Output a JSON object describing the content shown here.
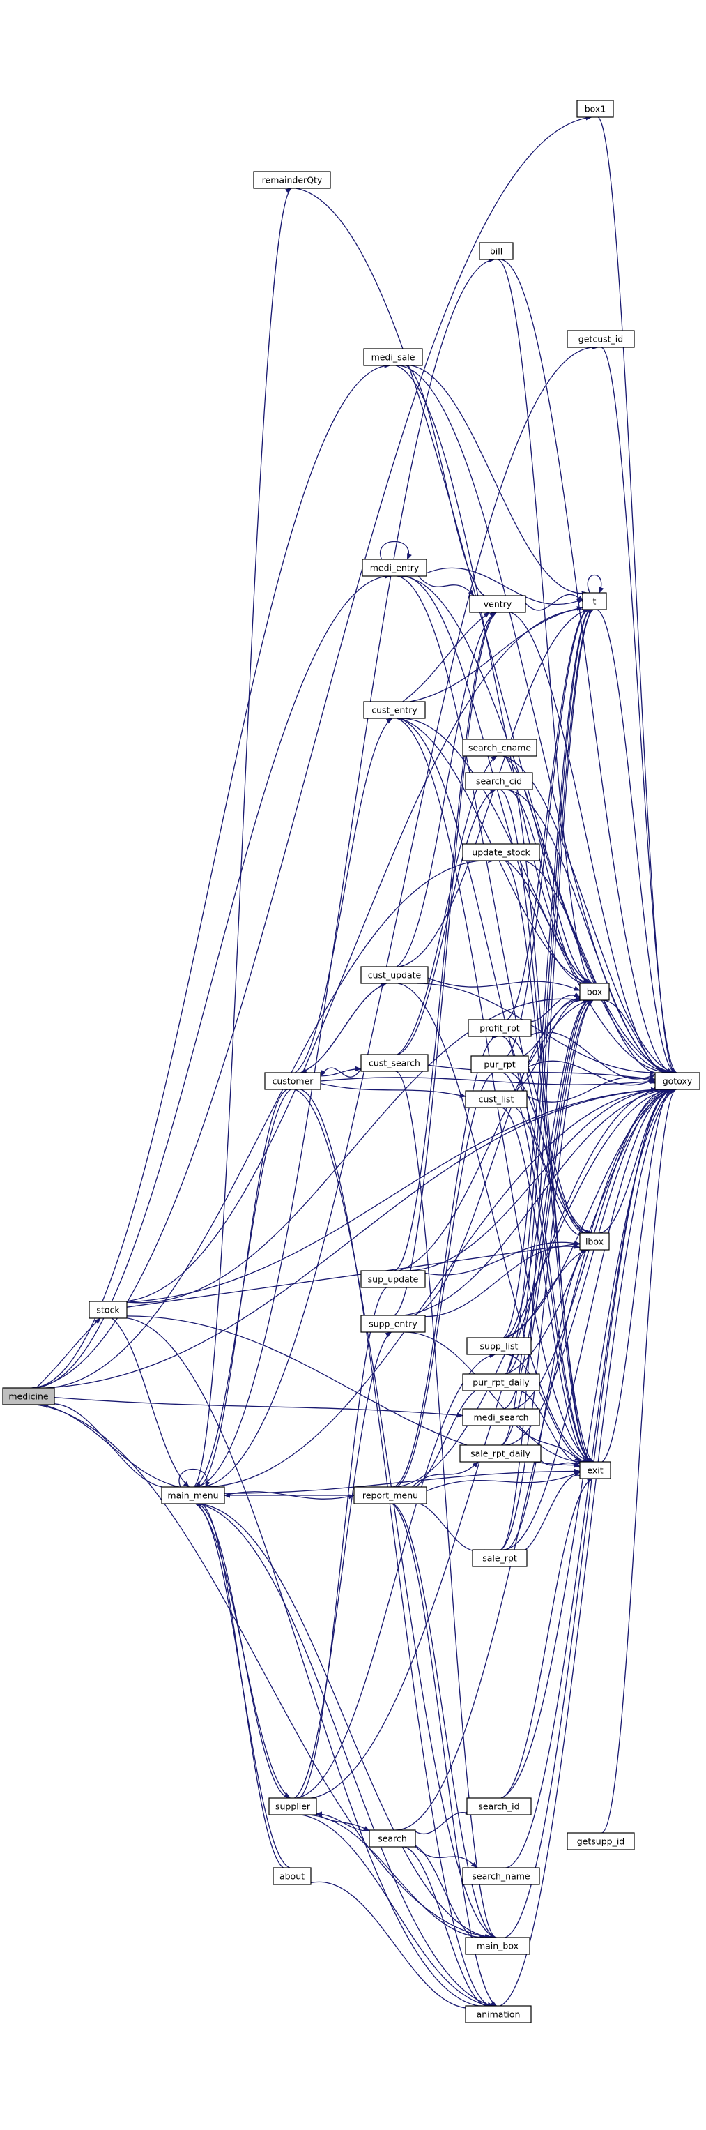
{
  "colors": {
    "edge": "#191970",
    "node_border": "#000000",
    "root_fill": "#bfbfbf",
    "node_fill": "#ffffff"
  },
  "nodes": {
    "medicine": "medicine",
    "stock": "stock",
    "main_menu": "main_menu",
    "customer": "customer",
    "supplier": "supplier",
    "about": "about",
    "report_menu": "report_menu",
    "search": "search",
    "cust_update": "cust_update",
    "cust_search": "cust_search",
    "cust_entry": "cust_entry",
    "sup_update": "sup_update",
    "supp_entry": "supp_entry",
    "medi_sale": "medi_sale",
    "medi_entry": "medi_entry",
    "remainderQty": "remainderQty",
    "box1": "box1",
    "bill": "bill",
    "getcust_id": "getcust_id",
    "ventry": "ventry",
    "t": "t",
    "search_cname": "search_cname",
    "search_cid": "search_cid",
    "update_stock": "update_stock",
    "box": "box",
    "profit_rpt": "profit_rpt",
    "pur_rpt": "pur_rpt",
    "cust_list": "cust_list",
    "gotoxy": "gotoxy",
    "lbox": "lbox",
    "supp_list": "supp_list",
    "pur_rpt_daily": "pur_rpt_daily",
    "medi_search": "medi_search",
    "sale_rpt_daily": "sale_rpt_daily",
    "exit": "exit",
    "sale_rpt": "sale_rpt",
    "search_id": "search_id",
    "getsupp_id": "getsupp_id",
    "search_name": "search_name",
    "main_box": "main_box",
    "animation": "animation"
  },
  "edges": [
    [
      "medicine",
      "stock"
    ],
    [
      "medicine",
      "main_menu"
    ],
    [
      "medicine",
      "medi_entry"
    ],
    [
      "medicine",
      "medi_search"
    ],
    [
      "medicine",
      "main_box"
    ],
    [
      "medicine",
      "box1"
    ],
    [
      "medicine",
      "gotoxy"
    ],
    [
      "medicine",
      "medi_sale"
    ],
    [
      "medicine",
      "update_stock"
    ],
    [
      "stock",
      "main_menu"
    ],
    [
      "stock",
      "lbox"
    ],
    [
      "stock",
      "gotoxy"
    ],
    [
      "stock",
      "exit"
    ],
    [
      "stock",
      "t"
    ],
    [
      "stock",
      "box"
    ],
    [
      "stock",
      "animation"
    ],
    [
      "main_menu",
      "medicine"
    ],
    [
      "main_menu",
      "main_menu"
    ],
    [
      "main_menu",
      "customer"
    ],
    [
      "main_menu",
      "supplier"
    ],
    [
      "main_menu",
      "about"
    ],
    [
      "main_menu",
      "report_menu"
    ],
    [
      "main_menu",
      "exit"
    ],
    [
      "main_menu",
      "main_box"
    ],
    [
      "main_menu",
      "animation"
    ],
    [
      "main_menu",
      "remainderQty"
    ],
    [
      "main_menu",
      "bill"
    ],
    [
      "main_menu",
      "gotoxy"
    ],
    [
      "main_menu",
      "getcust_id"
    ],
    [
      "customer",
      "main_menu"
    ],
    [
      "customer",
      "cust_entry"
    ],
    [
      "customer",
      "cust_update"
    ],
    [
      "customer",
      "cust_search"
    ],
    [
      "customer",
      "cust_list"
    ],
    [
      "customer",
      "main_box"
    ],
    [
      "customer",
      "animation"
    ],
    [
      "customer",
      "gotoxy"
    ],
    [
      "supplier",
      "main_menu"
    ],
    [
      "supplier",
      "search"
    ],
    [
      "supplier",
      "sup_update"
    ],
    [
      "supplier",
      "supp_entry"
    ],
    [
      "supplier",
      "supp_list"
    ],
    [
      "supplier",
      "main_box"
    ],
    [
      "supplier",
      "animation"
    ],
    [
      "supplier",
      "gotoxy"
    ],
    [
      "about",
      "animation"
    ],
    [
      "about",
      "main_menu"
    ],
    [
      "report_menu",
      "main_menu"
    ],
    [
      "report_menu",
      "pur_rpt"
    ],
    [
      "report_menu",
      "pur_rpt_daily"
    ],
    [
      "report_menu",
      "sale_rpt_daily"
    ],
    [
      "report_menu",
      "sale_rpt"
    ],
    [
      "report_menu",
      "profit_rpt"
    ],
    [
      "report_menu",
      "main_box"
    ],
    [
      "report_menu",
      "animation"
    ],
    [
      "report_menu",
      "exit"
    ],
    [
      "report_menu",
      "gotoxy"
    ],
    [
      "search",
      "supplier"
    ],
    [
      "search",
      "search_id"
    ],
    [
      "search",
      "search_name"
    ],
    [
      "search",
      "main_box"
    ],
    [
      "search",
      "animation"
    ],
    [
      "search",
      "gotoxy"
    ],
    [
      "cust_update",
      "customer"
    ],
    [
      "cust_update",
      "box"
    ],
    [
      "cust_update",
      "ventry"
    ],
    [
      "cust_update",
      "t"
    ],
    [
      "cust_update",
      "gotoxy"
    ],
    [
      "cust_update",
      "exit"
    ],
    [
      "cust_search",
      "customer"
    ],
    [
      "cust_search",
      "search_cname"
    ],
    [
      "cust_search",
      "search_cid"
    ],
    [
      "cust_search",
      "main_box"
    ],
    [
      "cust_search",
      "gotoxy"
    ],
    [
      "cust_entry",
      "box"
    ],
    [
      "cust_entry",
      "ventry"
    ],
    [
      "cust_entry",
      "t"
    ],
    [
      "cust_entry",
      "gotoxy"
    ],
    [
      "cust_entry",
      "lbox"
    ],
    [
      "cust_entry",
      "exit"
    ],
    [
      "sup_update",
      "box"
    ],
    [
      "sup_update",
      "ventry"
    ],
    [
      "sup_update",
      "gotoxy"
    ],
    [
      "sup_update",
      "lbox"
    ],
    [
      "supp_entry",
      "box"
    ],
    [
      "supp_entry",
      "ventry"
    ],
    [
      "supp_entry",
      "gotoxy"
    ],
    [
      "supp_entry",
      "exit"
    ],
    [
      "supp_entry",
      "lbox"
    ],
    [
      "medi_sale",
      "box"
    ],
    [
      "medi_sale",
      "ventry"
    ],
    [
      "medi_sale",
      "t"
    ],
    [
      "medi_sale",
      "gotoxy"
    ],
    [
      "medi_entry",
      "medi_entry"
    ],
    [
      "medi_entry",
      "ventry"
    ],
    [
      "medi_entry",
      "t"
    ],
    [
      "medi_entry",
      "box"
    ],
    [
      "medi_entry",
      "gotoxy"
    ],
    [
      "medi_entry",
      "lbox"
    ],
    [
      "remainderQty",
      "gotoxy"
    ],
    [
      "box1",
      "gotoxy"
    ],
    [
      "bill",
      "gotoxy"
    ],
    [
      "bill",
      "box"
    ],
    [
      "getcust_id",
      "gotoxy"
    ],
    [
      "ventry",
      "t"
    ],
    [
      "ventry",
      "gotoxy"
    ],
    [
      "t",
      "t"
    ],
    [
      "t",
      "gotoxy"
    ],
    [
      "search_cname",
      "box"
    ],
    [
      "search_cname",
      "gotoxy"
    ],
    [
      "search_cname",
      "exit"
    ],
    [
      "search_cid",
      "box"
    ],
    [
      "search_cid",
      "gotoxy"
    ],
    [
      "search_cid",
      "exit"
    ],
    [
      "update_stock",
      "box"
    ],
    [
      "update_stock",
      "gotoxy"
    ],
    [
      "update_stock",
      "exit"
    ],
    [
      "box",
      "gotoxy"
    ],
    [
      "profit_rpt",
      "box"
    ],
    [
      "profit_rpt",
      "t"
    ],
    [
      "profit_rpt",
      "gotoxy"
    ],
    [
      "profit_rpt",
      "lbox"
    ],
    [
      "profit_rpt",
      "exit"
    ],
    [
      "pur_rpt",
      "box"
    ],
    [
      "pur_rpt",
      "t"
    ],
    [
      "pur_rpt",
      "gotoxy"
    ],
    [
      "pur_rpt",
      "lbox"
    ],
    [
      "pur_rpt",
      "exit"
    ],
    [
      "cust_list",
      "box"
    ],
    [
      "cust_list",
      "gotoxy"
    ],
    [
      "cust_list",
      "lbox"
    ],
    [
      "cust_list",
      "exit"
    ],
    [
      "lbox",
      "gotoxy"
    ],
    [
      "supp_list",
      "box"
    ],
    [
      "supp_list",
      "t"
    ],
    [
      "supp_list",
      "gotoxy"
    ],
    [
      "supp_list",
      "lbox"
    ],
    [
      "supp_list",
      "exit"
    ],
    [
      "pur_rpt_daily",
      "box"
    ],
    [
      "pur_rpt_daily",
      "t"
    ],
    [
      "pur_rpt_daily",
      "gotoxy"
    ],
    [
      "pur_rpt_daily",
      "exit"
    ],
    [
      "medi_search",
      "box"
    ],
    [
      "medi_search",
      "gotoxy"
    ],
    [
      "medi_search",
      "exit"
    ],
    [
      "sale_rpt_daily",
      "box"
    ],
    [
      "sale_rpt_daily",
      "t"
    ],
    [
      "sale_rpt_daily",
      "gotoxy"
    ],
    [
      "sale_rpt_daily",
      "exit"
    ],
    [
      "exit",
      "gotoxy"
    ],
    [
      "sale_rpt",
      "box"
    ],
    [
      "sale_rpt",
      "t"
    ],
    [
      "sale_rpt",
      "gotoxy"
    ],
    [
      "sale_rpt",
      "lbox"
    ],
    [
      "sale_rpt",
      "exit"
    ],
    [
      "search_id",
      "gotoxy"
    ],
    [
      "search_id",
      "exit"
    ],
    [
      "getsupp_id",
      "gotoxy"
    ],
    [
      "search_name",
      "gotoxy"
    ],
    [
      "main_box",
      "gotoxy"
    ],
    [
      "animation",
      "gotoxy"
    ]
  ]
}
